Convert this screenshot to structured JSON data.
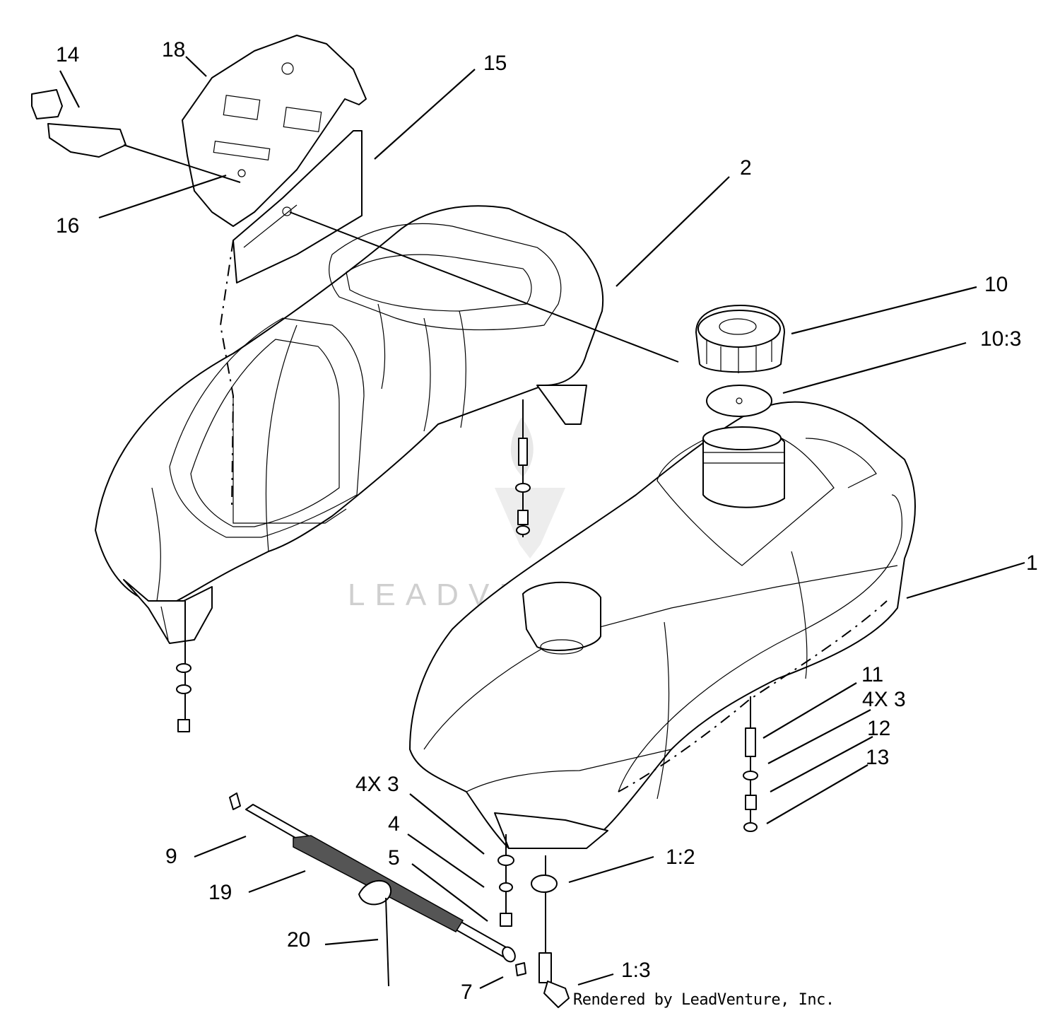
{
  "diagram": {
    "callouts": {
      "p1": "1",
      "p1_2": "1:2",
      "p1_3": "1:3",
      "p2": "2",
      "p4x3_left": "4X 3",
      "p4": "4",
      "p5": "5",
      "p7": "7",
      "p9": "9",
      "p10": "10",
      "p10_3": "10:3",
      "p11": "11",
      "p4x3_right": "4X 3",
      "p12": "12",
      "p13": "13",
      "p14": "14",
      "p15": "15",
      "p16": "16",
      "p18": "18",
      "p19": "19",
      "p20": "20"
    },
    "watermark": "LEADVENTURE",
    "credit": "Rendered by LeadVenture, Inc."
  }
}
